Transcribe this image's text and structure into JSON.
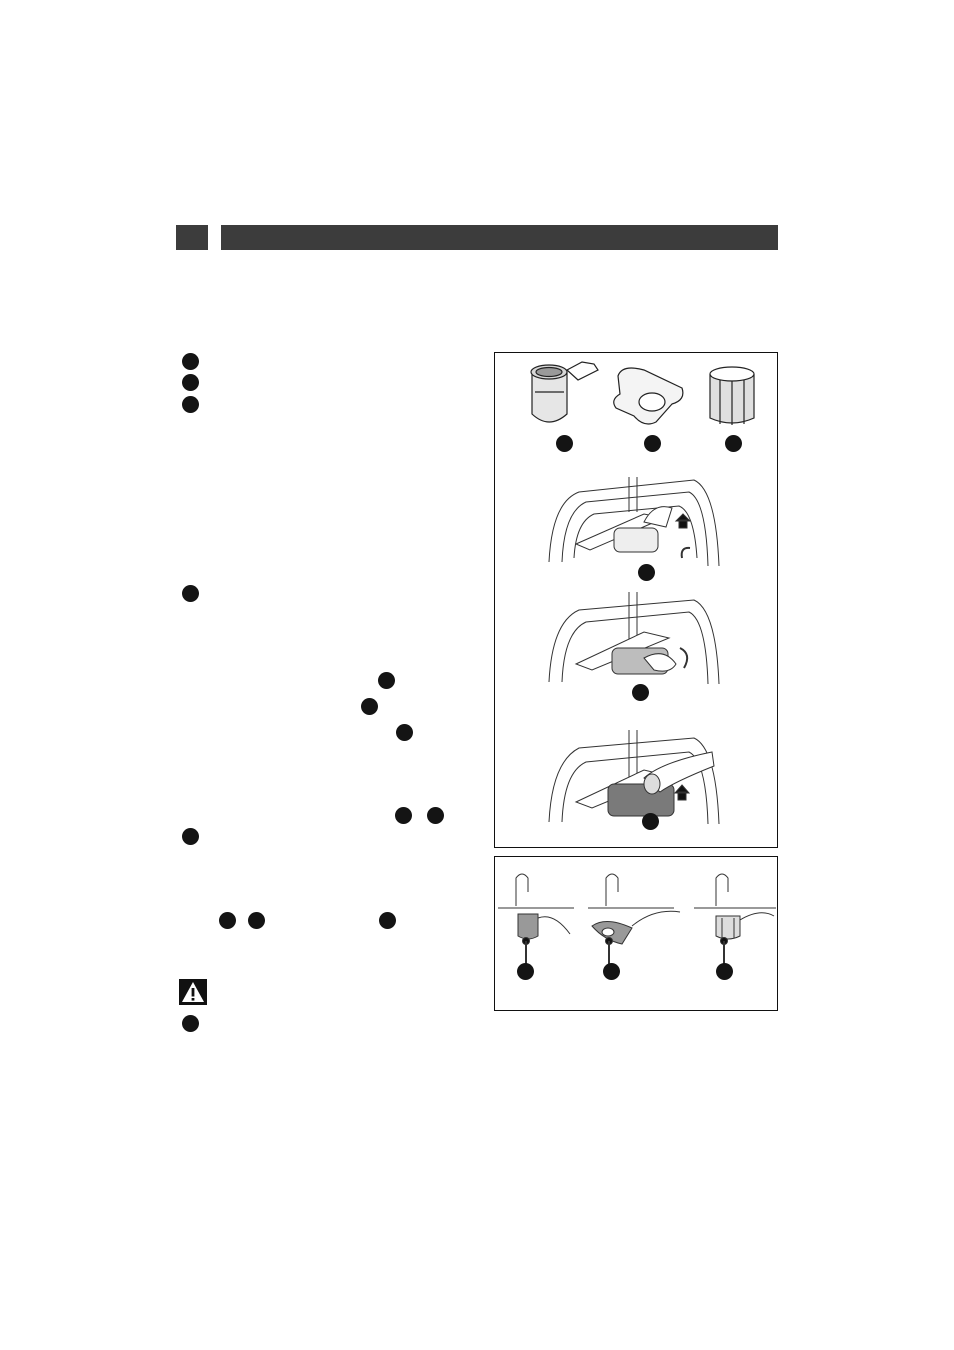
{
  "header": {
    "page_number": "",
    "section_title": ""
  },
  "body_text": [],
  "figures": [
    {
      "name": "filter-parts",
      "parts": [
        "filter-cup",
        "flat-filter",
        "micro-filter"
      ]
    },
    {
      "name": "remove-filter-steps",
      "steps": 3
    },
    {
      "name": "rinse-under-tap-steps",
      "steps": 3
    }
  ],
  "icons": {
    "warning": "warning-triangle-icon",
    "marker": "black-circle-marker"
  }
}
